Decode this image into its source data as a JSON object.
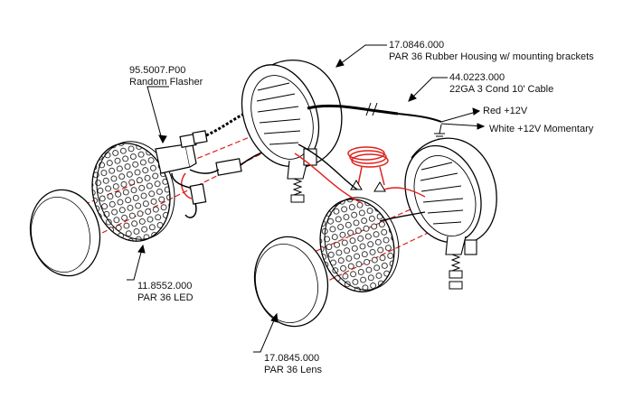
{
  "labels": {
    "flasher": {
      "part": "95.5007.P00",
      "name": "Random Flasher"
    },
    "housing": {
      "part": "17.0846.000",
      "name": "PAR 36 Rubber Housing w/ mounting brackets"
    },
    "cable": {
      "part": "44.0223.000",
      "name": "22GA 3 Cond 10' Cable"
    },
    "red_wire": "Red +12V",
    "white_wire": "White +12V Momentary",
    "led": {
      "part": "11.8552.000",
      "name": "PAR 36 LED"
    },
    "lens": {
      "part": "17.0845.000",
      "name": "PAR 36 Lens"
    }
  },
  "colors": {
    "line": "#000000",
    "wire_red": "#e0201c",
    "background": "#ffffff"
  }
}
